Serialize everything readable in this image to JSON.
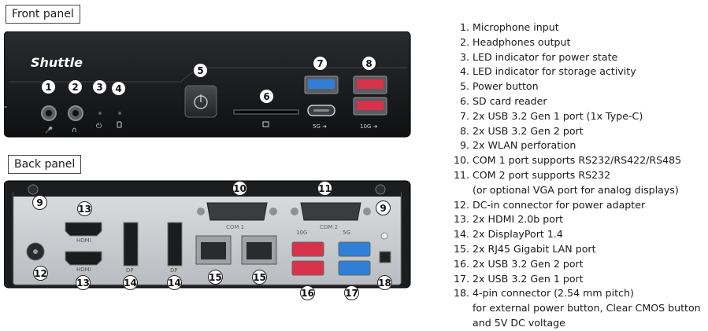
{
  "front_panel": {
    "label": "Front panel",
    "brand": "Shuttle",
    "callouts": [
      "1",
      "2",
      "3",
      "4",
      "5",
      "6",
      "7",
      "8"
    ]
  },
  "back_panel": {
    "label": "Back panel",
    "port_labels": {
      "com1": "COM 1",
      "com2": "COM 2",
      "hdmi_top": "HDMI",
      "hdmi_bottom": "HDMI",
      "dp_left": "DP",
      "dp_right": "DP",
      "usb_red_speed": "10G",
      "usb_blue_speed": "5G"
    },
    "callouts": [
      "9",
      "9",
      "10",
      "11",
      "12",
      "13",
      "13",
      "14",
      "14",
      "15",
      "15",
      "16",
      "17",
      "18"
    ]
  },
  "legend": [
    {
      "num": "1.",
      "lines": [
        "Microphone input"
      ]
    },
    {
      "num": "2.",
      "lines": [
        "Headphones output"
      ]
    },
    {
      "num": "3.",
      "lines": [
        "LED indicator for power state"
      ]
    },
    {
      "num": "4.",
      "lines": [
        "LED indicator for storage activity"
      ]
    },
    {
      "num": "5.",
      "lines": [
        "Power button"
      ]
    },
    {
      "num": "6.",
      "lines": [
        "SD card reader"
      ]
    },
    {
      "num": "7.",
      "lines": [
        "2x USB 3.2 Gen 1 port (1x Type-C)"
      ]
    },
    {
      "num": "8.",
      "lines": [
        "2x USB 3.2 Gen 2 port"
      ]
    },
    {
      "num": "9.",
      "lines": [
        "2x WLAN perforation"
      ]
    },
    {
      "num": "10.",
      "lines": [
        "COM 1 port supports RS232/RS422/RS485"
      ]
    },
    {
      "num": "11.",
      "lines": [
        "COM 2 port supports RS232",
        "(or optional VGA port for analog displays)"
      ]
    },
    {
      "num": "12.",
      "lines": [
        "DC-in connector for power adapter"
      ]
    },
    {
      "num": "13.",
      "lines": [
        "2x HDMI 2.0b port"
      ]
    },
    {
      "num": "14.",
      "lines": [
        "2x DisplayPort 1.4"
      ]
    },
    {
      "num": "15.",
      "lines": [
        "2x RJ45 Gigabit LAN port"
      ]
    },
    {
      "num": "16.",
      "lines": [
        "2x USB 3.2 Gen 2 port"
      ]
    },
    {
      "num": "17.",
      "lines": [
        "2x USB 3.2 Gen 1 port"
      ]
    },
    {
      "num": "18.",
      "lines": [
        "4-pin connector (2.54 mm pitch)",
        "for external power button, Clear CMOS button",
        "and 5V DC voltage"
      ]
    }
  ],
  "colors": {
    "chassis": "#1c1d1f",
    "usb_blue": "#2f7fd6",
    "usb_red": "#d8324a",
    "io_plate": "#c9cdd1"
  }
}
